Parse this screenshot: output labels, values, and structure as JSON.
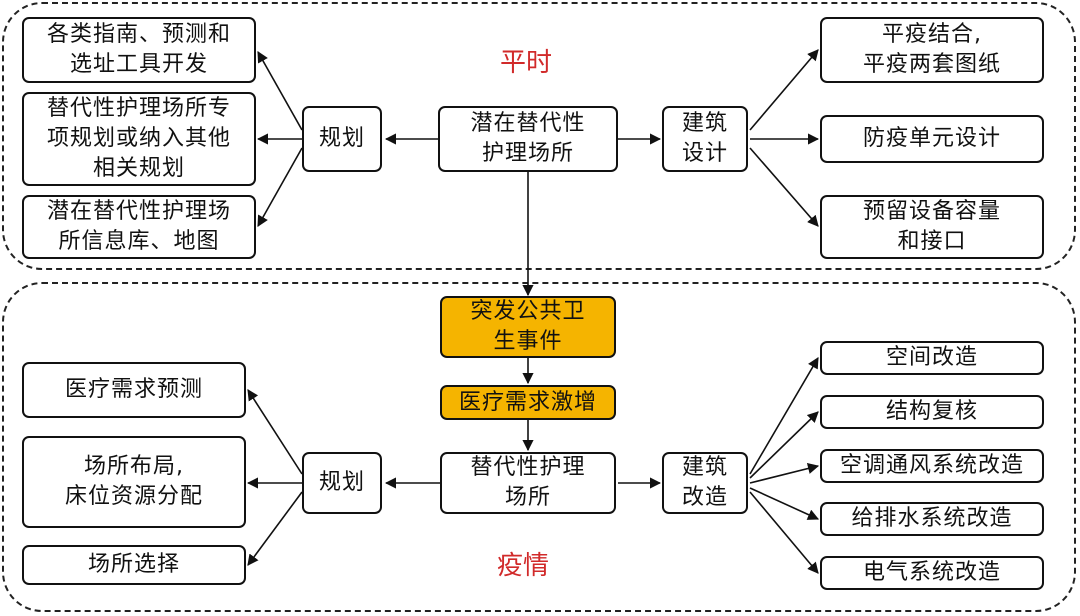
{
  "regions": {
    "peacetime_label": "平时",
    "epidemic_label": "疫情"
  },
  "peacetime": {
    "center": "潜在替代性\n护理场所",
    "planning": "规划",
    "architecture": "建筑\n设计",
    "planning_items": [
      "各类指南、预测和\n选址工具开发",
      "替代性护理场所专\n项规划或纳入其他\n相关规划",
      "潜在替代性护理场\n所信息库、地图"
    ],
    "design_items": [
      "平疫结合,\n平疫两套图纸",
      "防疫单元设计",
      "预留设备容量\n和接口"
    ]
  },
  "trigger": {
    "event": "突发公共卫\n生事件",
    "surge": "医疗需求激增"
  },
  "epidemic": {
    "center": "替代性护理\n场所",
    "planning": "规划",
    "renovation": "建筑\n改造",
    "planning_items": [
      "医疗需求预测",
      "场所布局,\n床位资源分配",
      "场所选择"
    ],
    "renovation_items": [
      "空间改造",
      "结构复核",
      "空调通风系统改造",
      "给排水系统改造",
      "电气系统改造"
    ]
  },
  "colors": {
    "region_label": "#d12a2a",
    "highlight_fill": "#f5b400",
    "line": "#111111"
  }
}
